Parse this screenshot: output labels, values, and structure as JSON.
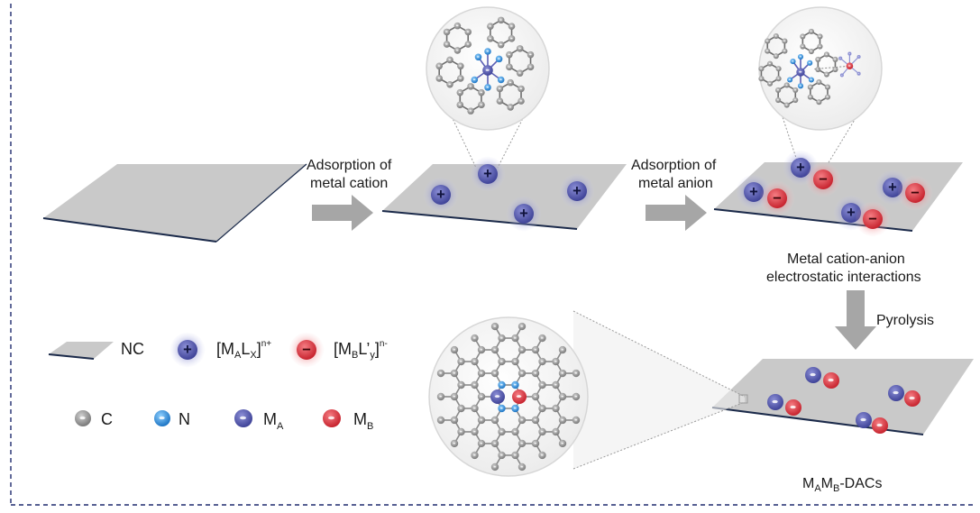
{
  "colors": {
    "frame": "#1f2a6e",
    "sheet": "#c9c9c9",
    "sheet_edge": "#1b2a4a",
    "arrow": "#a6a6a6",
    "cation": "#5b5fb4",
    "anion": "#e0454e",
    "carbon": "#8a8a8a",
    "nitrogen": "#2f8fd8"
  },
  "steps": {
    "adsorption_cation": [
      "Adsorption of",
      "metal cation"
    ],
    "adsorption_anion": [
      "Adsorption of",
      "metal anion"
    ],
    "interaction": [
      "Metal cation-anion",
      "electrostatic interactions"
    ],
    "pyrolysis": "Pyrolysis"
  },
  "product": {
    "main": "M",
    "sub1": "A",
    "mid": "M",
    "sub2": "B",
    "tail": "-DACs"
  },
  "legend": {
    "nc": "NC",
    "cation": {
      "open": "[M",
      "sub_a": "A",
      "mid": "L",
      "sub_b": "X",
      "close": "]",
      "sup": "n+"
    },
    "anion": {
      "open": "[M",
      "sub_a": "B",
      "mid": "L’",
      "sub_b": "y",
      "close": "]",
      "sup": "n-"
    },
    "atoms": {
      "c": "C",
      "n": "N",
      "ma": {
        "main": "M",
        "sub": "A"
      },
      "mb": {
        "main": "M",
        "sub": "B"
      }
    }
  },
  "cation_symbol": "+",
  "anion_symbol": "−"
}
